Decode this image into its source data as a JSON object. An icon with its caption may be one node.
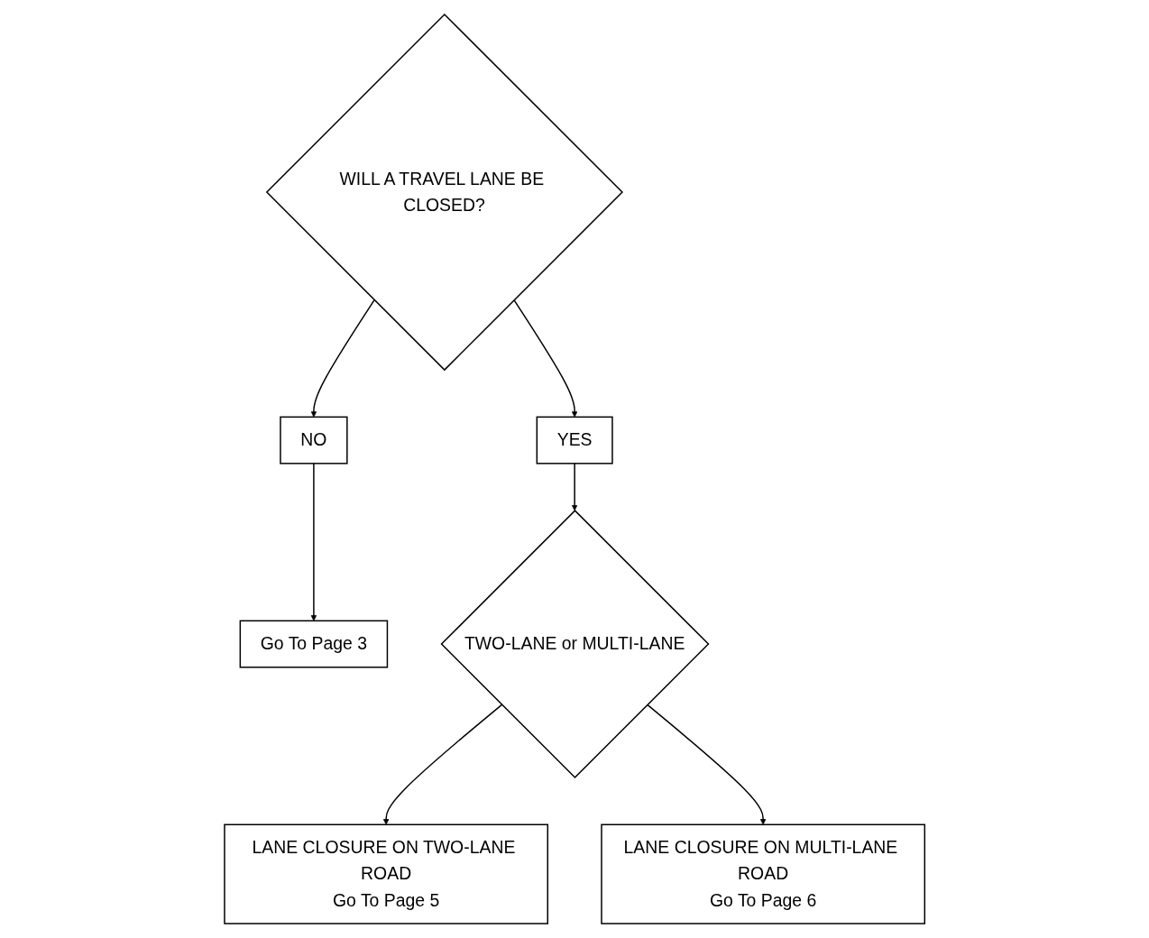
{
  "diagram": {
    "nodes": [
      {
        "text": [
          "WILL A TRAVEL LANE BE CLOSED?"
        ]
      },
      {
        "text": [
          "NO"
        ]
      },
      {
        "text": [
          "YES"
        ]
      },
      {
        "text": [
          "Go To Page 3"
        ]
      },
      {
        "text": [
          "TWO-LANE or MULTI-LANE"
        ]
      },
      {
        "text": [
          "LANE CLOSURE ON TWO-LANE ROAD",
          "Go To Page 5"
        ]
      },
      {
        "text": [
          "LANE CLOSURE ON MULTI-LANE ROAD",
          "Go To Page 6"
        ]
      }
    ],
    "edges": [
      {
        "from": 0,
        "to": 1,
        "arrow": "to"
      },
      {
        "from": 0,
        "to": 2,
        "arrow": "to"
      },
      {
        "from": 1,
        "to": 3,
        "arrow": "to"
      },
      {
        "from": 2,
        "to": 4,
        "arrow": "to"
      },
      {
        "from": 4,
        "to": 5,
        "arrow": "to"
      },
      {
        "from": 4,
        "to": 6,
        "arrow": "to"
      }
    ]
  }
}
